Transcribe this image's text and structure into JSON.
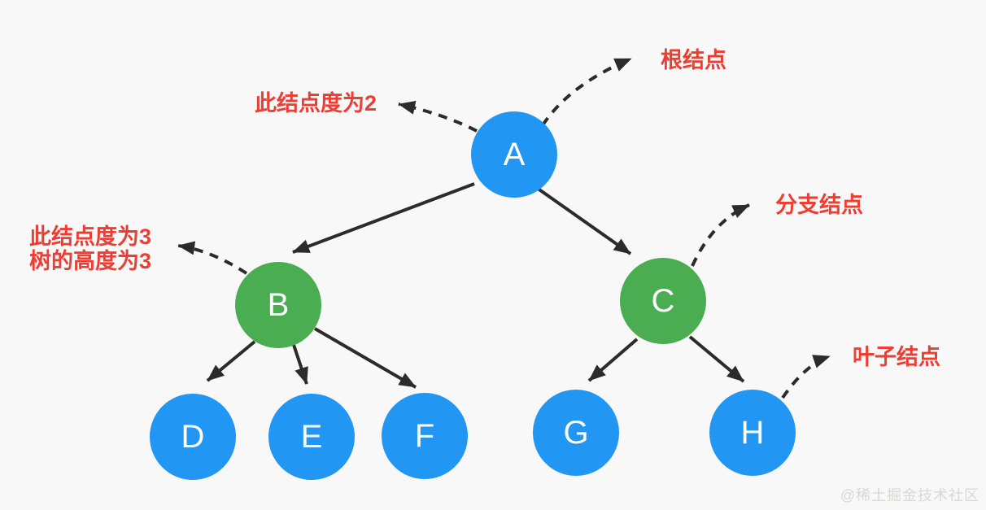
{
  "diagram": {
    "type": "tree-structure-diagram",
    "nodes": {
      "a": {
        "label": "A",
        "color": "blue"
      },
      "b": {
        "label": "B",
        "color": "green"
      },
      "c": {
        "label": "C",
        "color": "green"
      },
      "d": {
        "label": "D",
        "color": "blue"
      },
      "e": {
        "label": "E",
        "color": "blue"
      },
      "f": {
        "label": "F",
        "color": "blue"
      },
      "g": {
        "label": "G",
        "color": "blue"
      },
      "h": {
        "label": "H",
        "color": "blue"
      }
    },
    "edges": [
      [
        "A",
        "B"
      ],
      [
        "A",
        "C"
      ],
      [
        "B",
        "D"
      ],
      [
        "B",
        "E"
      ],
      [
        "B",
        "F"
      ],
      [
        "C",
        "G"
      ],
      [
        "C",
        "H"
      ]
    ],
    "annotations": {
      "root": "根结点",
      "degree2": "此结点度为2",
      "degree3_line1": "此结点度为3",
      "degree3_line2": "树的高度为3",
      "branch": "分支结点",
      "leaf": "叶子结点"
    }
  },
  "watermark": "@稀土掘金技术社区",
  "colors": {
    "node_blue": "#2196f3",
    "node_green": "#4aad52",
    "annotation_red": "#ee3d33",
    "edge_dark": "#2b2b2b",
    "background": "#f7f8f7",
    "node_label": "#ffffff",
    "watermark_gray": "#d8d8d6"
  }
}
